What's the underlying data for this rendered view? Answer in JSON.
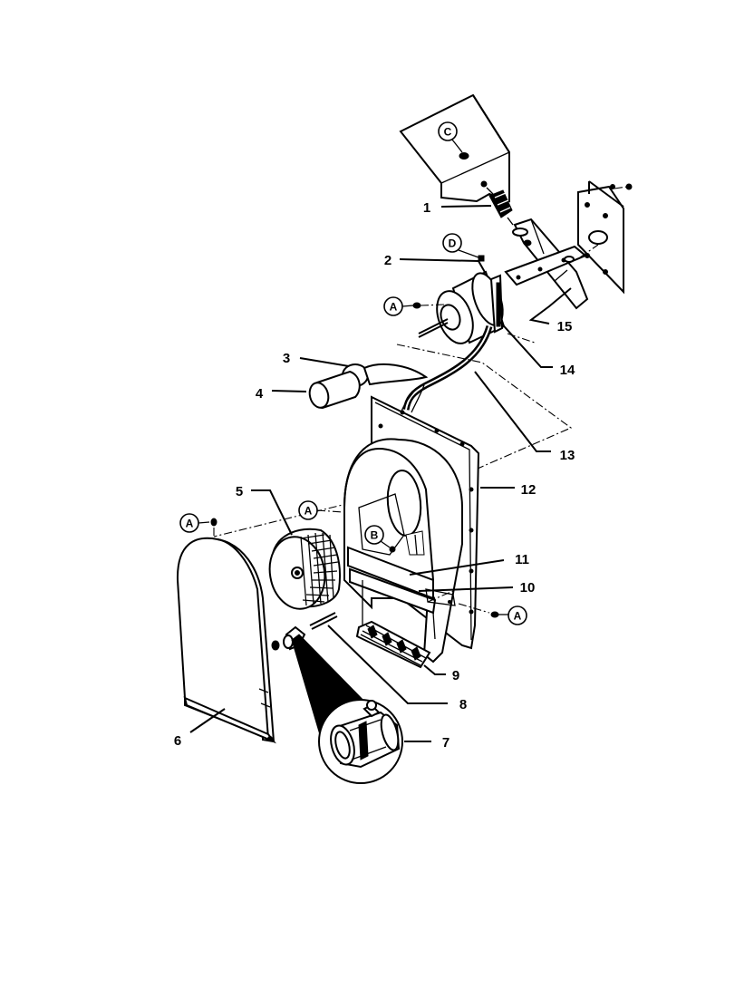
{
  "part_labels": {
    "p1": "1",
    "p2": "2",
    "p3": "3",
    "p4": "4",
    "p5": "5",
    "p6": "6",
    "p7": "7",
    "p8": "8",
    "p9": "9",
    "p10": "10",
    "p11": "11",
    "p12": "12",
    "p13": "13",
    "p14": "14",
    "p15": "15"
  },
  "callouts": {
    "c_top": "C",
    "d_mount": "D",
    "a_motor": "A",
    "a_housing": "A",
    "a_panel": "A",
    "a_right": "A",
    "b_wheel": "B"
  }
}
